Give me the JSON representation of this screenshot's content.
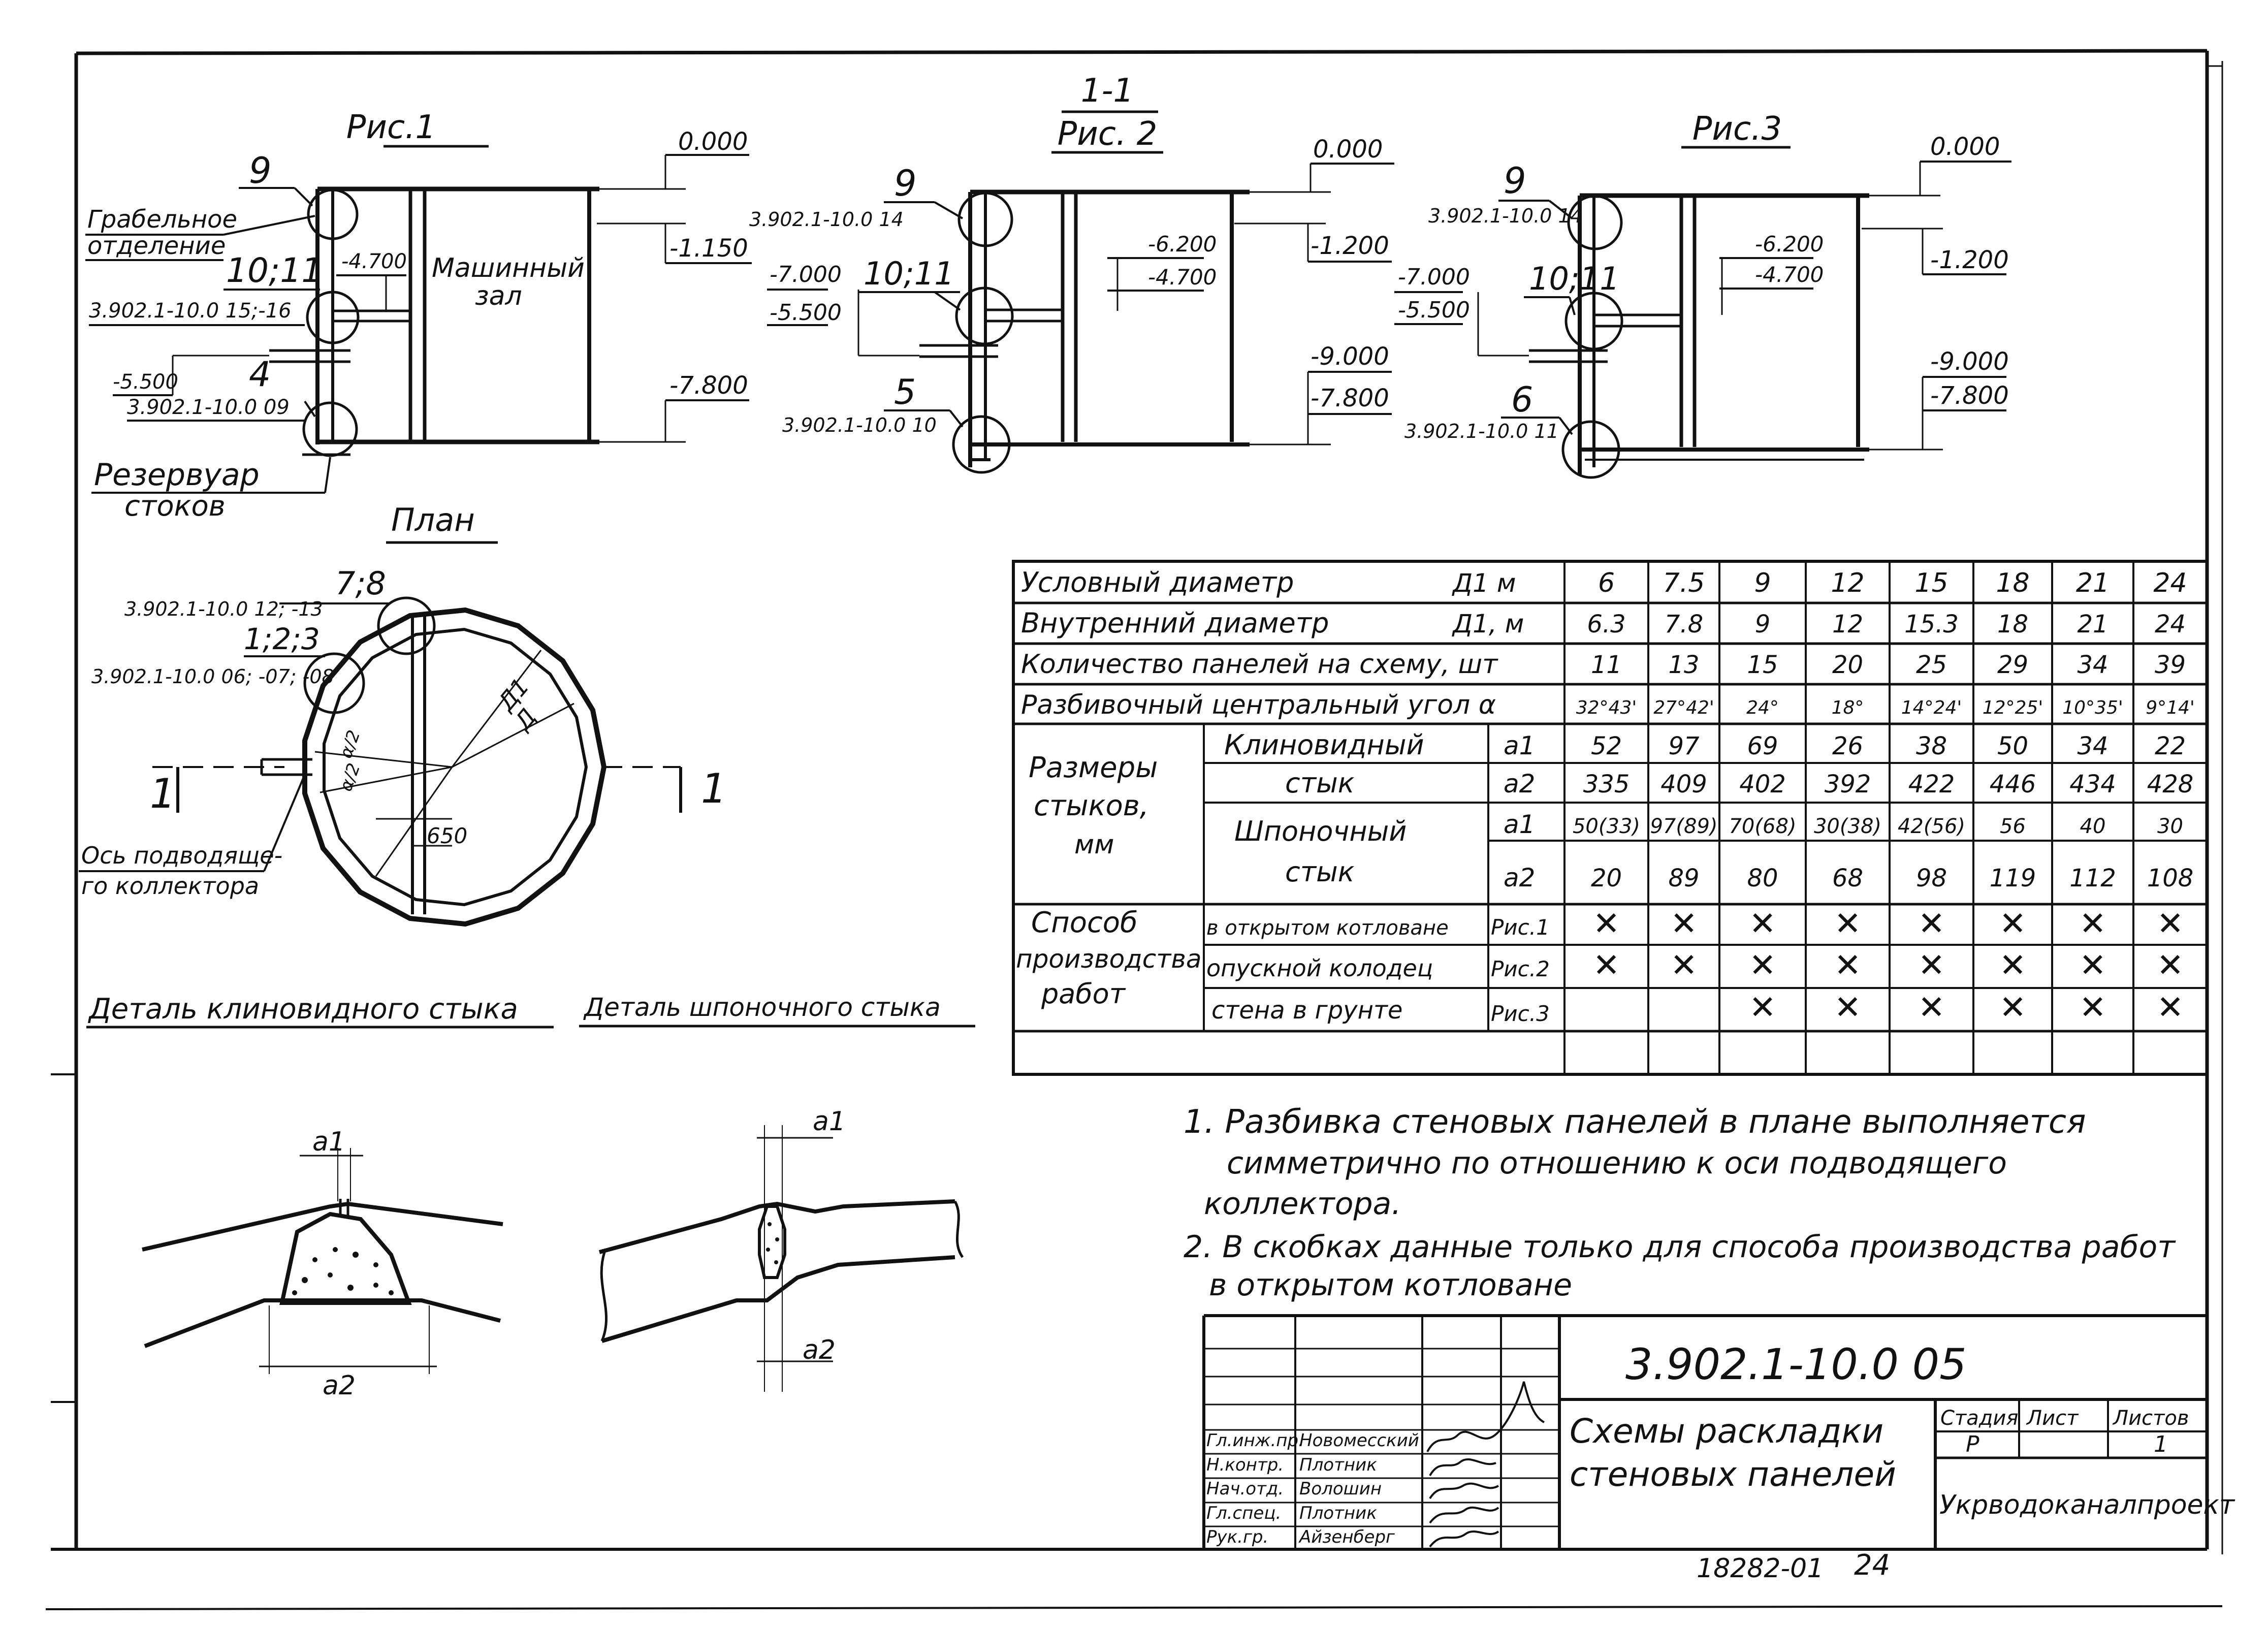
{
  "fig1": {
    "title": "Рис.1",
    "mark_top": "9",
    "mark_mid": "10;11",
    "mark_bot": "4",
    "ref_mid": "3.902.1-10.0 15;-16",
    "ref_bot": "3.902.1-10.0 09",
    "room_a_l1": "Грабельное",
    "room_a_l2": "отделение",
    "room_b_l1": "Машинный",
    "room_b_l2": "зал",
    "room_c_l1": "Резервуар",
    "room_c_l2": "стоков",
    "lvl_top": "0.000",
    "lvl_2": "-1.150",
    "lvl_3": "-7.800",
    "lvl_inner": "-4.700",
    "lvl_pipe": "-5.500"
  },
  "fig2": {
    "section": "1-1",
    "title": "Рис. 2",
    "mark_top": "9",
    "mark_mid": "10;11",
    "mark_bot": "5",
    "ref_top": "3.902.1-10.0 14",
    "ref_bot": "3.902.1-10.0 10",
    "lvl_top": "0.000",
    "lvl_2": "-1.200",
    "lvl_3": "-9.000",
    "lvl_4": "-7.800",
    "lvl_i1": "-6.200",
    "lvl_i2": "-4.700",
    "lvl_p1": "-7.000",
    "lvl_p2": "-5.500"
  },
  "fig3": {
    "title": "Рис.3",
    "mark_top": "9",
    "mark_mid": "10;11",
    "mark_bot": "6",
    "ref_top": "3.902.1-10.0 14",
    "ref_bot": "3.902.1-10.0 11",
    "lvl_top": "0.000",
    "lvl_2": "-1.200",
    "lvl_3": "-9.000",
    "lvl_4": "-7.800",
    "lvl_i1": "-6.200",
    "lvl_i2": "-4.700",
    "lvl_p1": "-7.000",
    "lvl_p2": "-5.500"
  },
  "plan": {
    "title": "План",
    "mark_a": "7;8",
    "mark_b": "1;2;3",
    "ref_a": "3.902.1-10.0 12; -13",
    "ref_b": "3.902.1-10.0 06; -07; -08",
    "dim_d1": "Д1",
    "dim_d": "Д",
    "dim_650": "650",
    "angle": "α/2",
    "axis_l1": "Ось подводяще-",
    "axis_l2": "го коллектора",
    "cut_left": "1",
    "cut_right": "1"
  },
  "details": {
    "wedge_title": "Деталь клиновидного стыка",
    "key_title": "Деталь шпоночного стыка",
    "a1": "a1",
    "a2": "a2"
  },
  "table": {
    "diam_cond_label": "Условный диаметр",
    "diam_cond_unit": "Д1 м",
    "diam_cond": [
      "6",
      "7.5",
      "9",
      "12",
      "15",
      "18",
      "21",
      "24"
    ],
    "diam_int_label": "Внутренний диаметр",
    "diam_int_unit": "Д1, м",
    "diam_int": [
      "6.3",
      "7.8",
      "9",
      "12",
      "15.3",
      "18",
      "21",
      "24"
    ],
    "panels_label": "Количество панелей на схему, шт",
    "panels": [
      "11",
      "13",
      "15",
      "20",
      "25",
      "29",
      "34",
      "39"
    ],
    "angle_label": "Разбивочный центральный угол α",
    "angle": [
      "32°43'",
      "27°42'",
      "24°",
      "18°",
      "14°24'",
      "12°25'",
      "10°35'",
      "9°14'"
    ],
    "sizes_l1": "Размеры",
    "sizes_l2": "стыков,",
    "sizes_l3": "мм",
    "wedge_l1": "Клиновидный",
    "wedge_l2": "стык",
    "key_l1": "Шпоночный",
    "key_l2": "стык",
    "a1": "a1",
    "a2": "a2",
    "wedge_a1": [
      "52",
      "97",
      "69",
      "26",
      "38",
      "50",
      "34",
      "22"
    ],
    "wedge_a2": [
      "335",
      "409",
      "402",
      "392",
      "422",
      "446",
      "434",
      "428"
    ],
    "key_a1": [
      "50(33)",
      "97(89)",
      "70(68)",
      "30(38)",
      "42(56)",
      "56",
      "40",
      "30"
    ],
    "key_a2": [
      "20",
      "89",
      "80",
      "68",
      "98",
      "119",
      "112",
      "108"
    ],
    "method_l1": "Способ",
    "method_l2": "производства",
    "method_l3": "работ",
    "method_open": "в открытом котловане",
    "method_open_ref": "Рис.1",
    "method_well": "опускной колодец",
    "method_well_ref": "Рис.2",
    "method_wall": "стена в грунте",
    "method_wall_ref": "Рис.3",
    "mark": "✕",
    "open_marks": [
      true,
      true,
      true,
      true,
      true,
      true,
      true,
      true
    ],
    "well_marks": [
      true,
      true,
      true,
      true,
      true,
      true,
      true,
      true
    ],
    "wall_marks": [
      false,
      false,
      true,
      true,
      true,
      true,
      true,
      true
    ]
  },
  "notes": {
    "n1_l1": "1. Разбивка стеновых панелей в плане выполняется",
    "n1_l2": "симметрично по отношению к оси подводящего",
    "n1_l3": "коллектора.",
    "n2_l1": "2. В скобках данные только для способа производства работ",
    "n2_l2": "в открытом котловане"
  },
  "title_block": {
    "code": "3.902.1-10.0 05",
    "name_l1": "Схемы раскладки",
    "name_l2": "стеновых панелей",
    "stage_label": "Стадия",
    "sheet_label": "Лист",
    "sheets_label": "Листов",
    "stage": "Р",
    "sheets": "1",
    "org": "Укрводоканалпроект",
    "roles": [
      "Гл.инж.пр.",
      "Н.контр.",
      "Нач.отд.",
      "Гл.спец.",
      "Рук.гр."
    ],
    "names": [
      "Новомесский",
      "Плотник",
      "Волошин",
      "Плотник",
      "Айзенберг"
    ]
  },
  "footer": {
    "number": "18282-01",
    "page": "24"
  }
}
